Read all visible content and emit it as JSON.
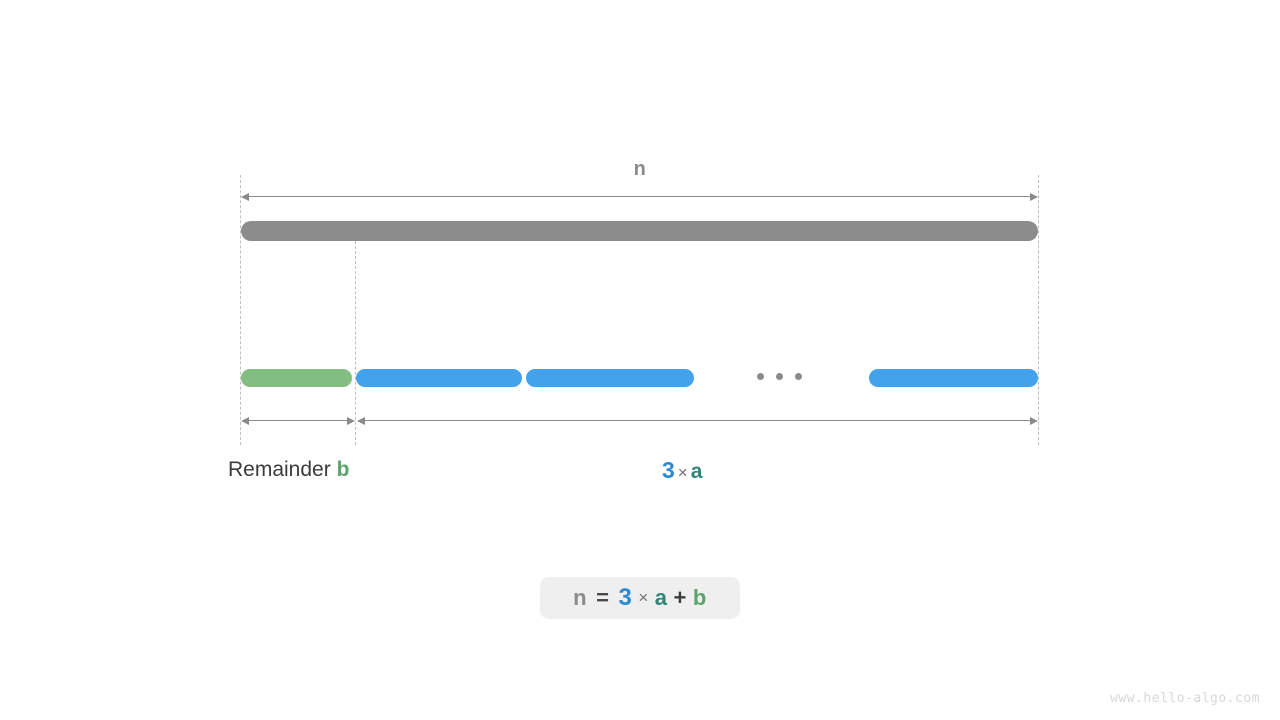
{
  "diagram": {
    "title_label": "n",
    "total_bar_name": "n",
    "ellipsis_label": "...",
    "captions": {
      "remainder_prefix": "Remainder ",
      "remainder_var": "b",
      "multiple_count": "3",
      "multiple_times": "×",
      "multiple_var": "a"
    },
    "equation": {
      "lhs": "n",
      "equals": "=",
      "count": "3",
      "times": "×",
      "var_a": "a",
      "plus": "+",
      "var_b": "b"
    },
    "segments": [
      {
        "name": "remainder",
        "label": "b",
        "color": "#82be82",
        "kind": "remainder"
      },
      {
        "name": "multiple-1",
        "label": "a",
        "color": "#43a2ec",
        "kind": "multiple"
      },
      {
        "name": "multiple-2",
        "label": "a",
        "color": "#43a2ec",
        "kind": "multiple"
      },
      {
        "name": "multiple-3",
        "label": "a",
        "color": "#43a2ec",
        "kind": "multiple"
      }
    ],
    "colors": {
      "total_bar": "#8c8c8c",
      "blue": "#43a2ec",
      "green": "#82be82",
      "teal": "#2f8577",
      "blue_text": "#2a8ad4",
      "gray_text": "#8a8a8a",
      "guide": "#bfbfbf",
      "equation_bg": "#efefef",
      "background": "#ffffff"
    }
  },
  "watermark": {
    "text": "www.hello-algo.com"
  }
}
